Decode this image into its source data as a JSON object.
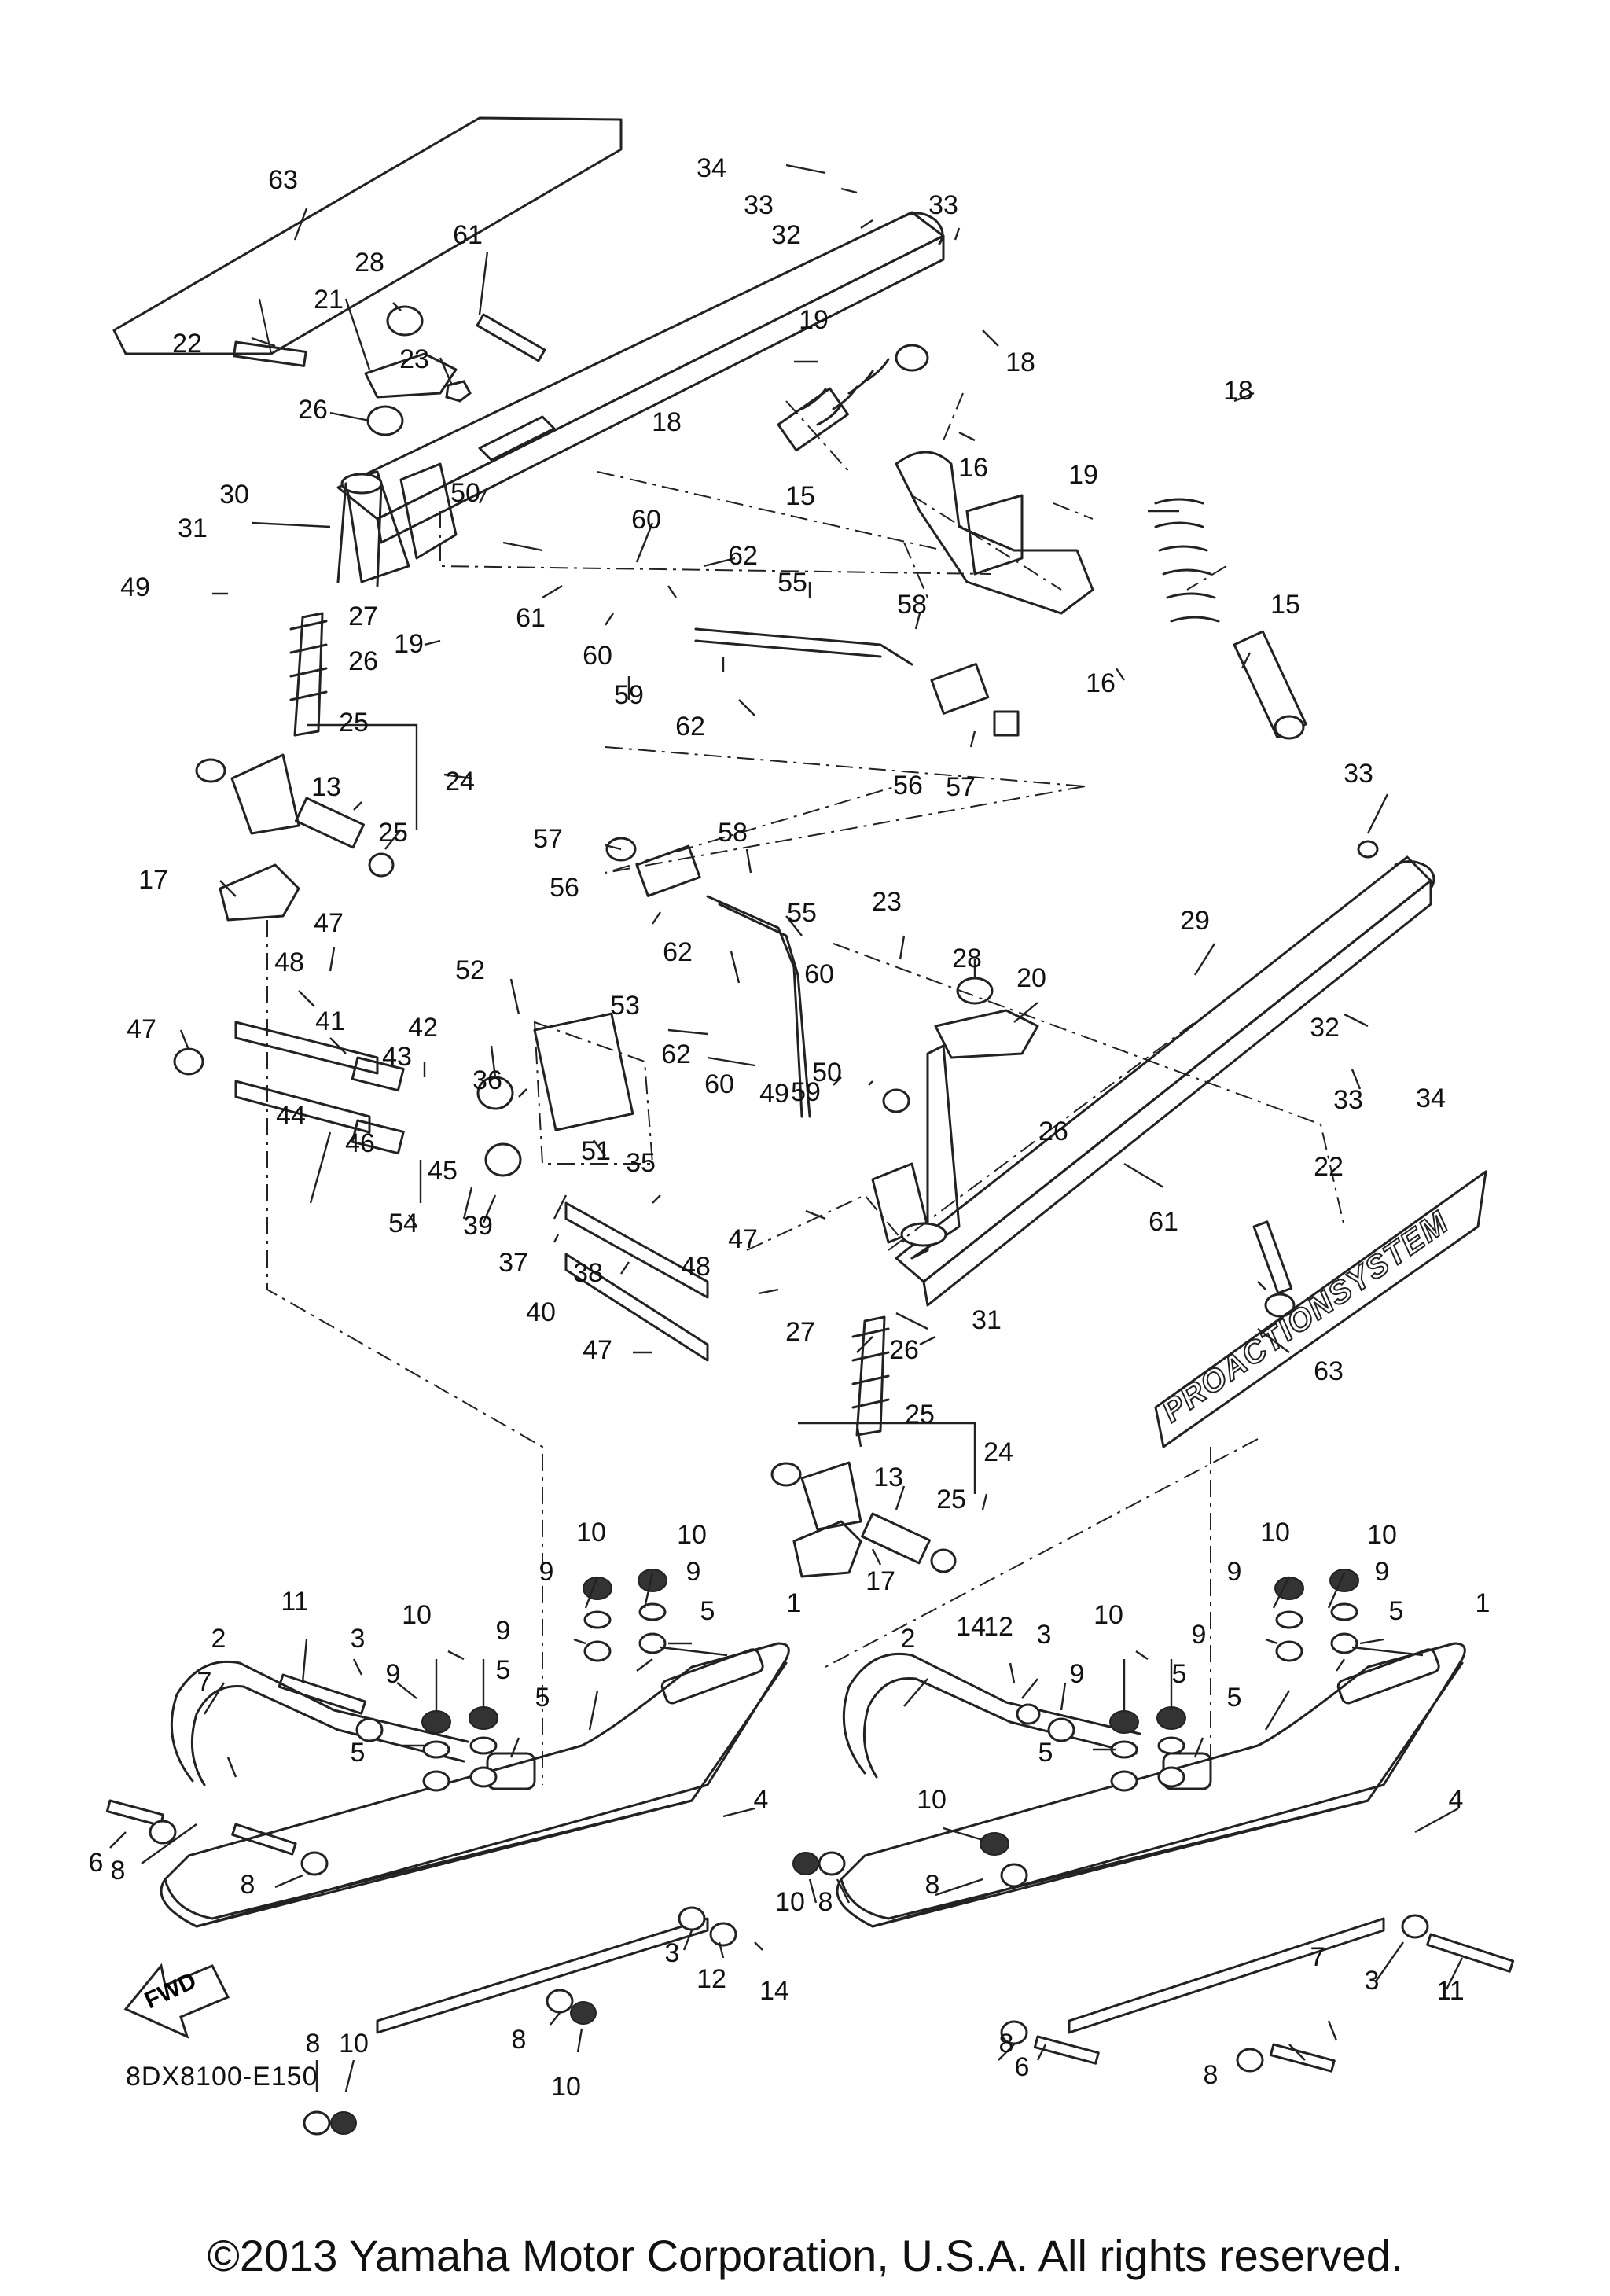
{
  "figure_code": "8DX8100-E150",
  "copyright": "©2013 Yamaha Motor Corporation, U.S.A. All rights reserved.",
  "fwd_label": "FWD",
  "decal_text": "PROACTIONSYSTEM",
  "callouts": [
    {
      "id": "c01",
      "label": "63"
    },
    {
      "id": "c02",
      "label": "34"
    },
    {
      "id": "c03",
      "label": "33"
    },
    {
      "id": "c04",
      "label": "32"
    },
    {
      "id": "c05",
      "label": "33"
    },
    {
      "id": "c06",
      "label": "61"
    },
    {
      "id": "c07",
      "label": "28"
    },
    {
      "id": "c08",
      "label": "21"
    },
    {
      "id": "c09",
      "label": "23"
    },
    {
      "id": "c10",
      "label": "22"
    },
    {
      "id": "c11",
      "label": "19"
    },
    {
      "id": "c12",
      "label": "18"
    },
    {
      "id": "c13",
      "label": "26"
    },
    {
      "id": "c14",
      "label": "18"
    },
    {
      "id": "c15",
      "label": "18"
    },
    {
      "id": "c16",
      "label": "50"
    },
    {
      "id": "c17",
      "label": "16"
    },
    {
      "id": "c18",
      "label": "30"
    },
    {
      "id": "c19",
      "label": "15"
    },
    {
      "id": "c20",
      "label": "19"
    },
    {
      "id": "c21",
      "label": "31"
    },
    {
      "id": "c22",
      "label": "60"
    },
    {
      "id": "c23",
      "label": "62"
    },
    {
      "id": "c24",
      "label": "49"
    },
    {
      "id": "c25",
      "label": "61"
    },
    {
      "id": "c26",
      "label": "27"
    },
    {
      "id": "c27",
      "label": "19"
    },
    {
      "id": "c28",
      "label": "55"
    },
    {
      "id": "c29",
      "label": "58"
    },
    {
      "id": "c30",
      "label": "15"
    },
    {
      "id": "c31",
      "label": "60"
    },
    {
      "id": "c32",
      "label": "26"
    },
    {
      "id": "c33",
      "label": "59"
    },
    {
      "id": "c34",
      "label": "62"
    },
    {
      "id": "c35",
      "label": "16"
    },
    {
      "id": "c36",
      "label": "25"
    },
    {
      "id": "c37",
      "label": "56"
    },
    {
      "id": "c38",
      "label": "57"
    },
    {
      "id": "c39",
      "label": "24"
    },
    {
      "id": "c40",
      "label": "33"
    },
    {
      "id": "c41",
      "label": "13"
    },
    {
      "id": "c42",
      "label": "25"
    },
    {
      "id": "c43",
      "label": "17"
    },
    {
      "id": "c44",
      "label": "57"
    },
    {
      "id": "c45",
      "label": "58"
    },
    {
      "id": "c46",
      "label": "56"
    },
    {
      "id": "c47",
      "label": "55"
    },
    {
      "id": "c48",
      "label": "23"
    },
    {
      "id": "c49",
      "label": "47"
    },
    {
      "id": "c50",
      "label": "29"
    },
    {
      "id": "c51",
      "label": "28"
    },
    {
      "id": "c52",
      "label": "48"
    },
    {
      "id": "c53",
      "label": "62"
    },
    {
      "id": "c54",
      "label": "20"
    },
    {
      "id": "c55",
      "label": "52"
    },
    {
      "id": "c56",
      "label": "60"
    },
    {
      "id": "c57",
      "label": "53"
    },
    {
      "id": "c58",
      "label": "47"
    },
    {
      "id": "c59",
      "label": "41"
    },
    {
      "id": "c60",
      "label": "42"
    },
    {
      "id": "c61",
      "label": "43"
    },
    {
      "id": "c62",
      "label": "62"
    },
    {
      "id": "c63",
      "label": "32"
    },
    {
      "id": "c64",
      "label": "36"
    },
    {
      "id": "c65",
      "label": "60"
    },
    {
      "id": "c66",
      "label": "59"
    },
    {
      "id": "c67",
      "label": "33"
    },
    {
      "id": "c68",
      "label": "34"
    },
    {
      "id": "c69",
      "label": "50"
    },
    {
      "id": "c70",
      "label": "44"
    },
    {
      "id": "c71",
      "label": "26"
    },
    {
      "id": "c72",
      "label": "46"
    },
    {
      "id": "c73",
      "label": "51"
    },
    {
      "id": "c74",
      "label": "49"
    },
    {
      "id": "c75",
      "label": "22"
    },
    {
      "id": "c76",
      "label": "45"
    },
    {
      "id": "c77",
      "label": "35"
    },
    {
      "id": "c78",
      "label": "61"
    },
    {
      "id": "c79",
      "label": "54"
    },
    {
      "id": "c80",
      "label": "39"
    },
    {
      "id": "c81",
      "label": "37"
    },
    {
      "id": "c82",
      "label": "47"
    },
    {
      "id": "c83",
      "label": "48"
    },
    {
      "id": "c84",
      "label": "38"
    },
    {
      "id": "c85",
      "label": "40"
    },
    {
      "id": "c86",
      "label": "31"
    },
    {
      "id": "c87",
      "label": "27"
    },
    {
      "id": "c88",
      "label": "47"
    },
    {
      "id": "c89",
      "label": "26"
    },
    {
      "id": "c90",
      "label": "63"
    },
    {
      "id": "c91",
      "label": "25"
    },
    {
      "id": "c92",
      "label": "24"
    },
    {
      "id": "c93",
      "label": "13"
    },
    {
      "id": "c94",
      "label": "25"
    },
    {
      "id": "c95",
      "label": "17"
    },
    {
      "id": "c96",
      "label": "10"
    },
    {
      "id": "c97",
      "label": "10"
    },
    {
      "id": "c98",
      "label": "10"
    },
    {
      "id": "c99",
      "label": "10"
    },
    {
      "id": "c100",
      "label": "9"
    },
    {
      "id": "c101",
      "label": "9"
    },
    {
      "id": "c102",
      "label": "9"
    },
    {
      "id": "c103",
      "label": "9"
    },
    {
      "id": "c104",
      "label": "11"
    },
    {
      "id": "c105",
      "label": "5"
    },
    {
      "id": "c106",
      "label": "5"
    },
    {
      "id": "c107",
      "label": "1"
    },
    {
      "id": "c108",
      "label": "1"
    },
    {
      "id": "c109",
      "label": "10"
    },
    {
      "id": "c110",
      "label": "10"
    },
    {
      "id": "c111",
      "label": "2"
    },
    {
      "id": "c112",
      "label": "3"
    },
    {
      "id": "c113",
      "label": "9"
    },
    {
      "id": "c114",
      "label": "9"
    },
    {
      "id": "c115",
      "label": "14"
    },
    {
      "id": "c116",
      "label": "12"
    },
    {
      "id": "c117",
      "label": "3"
    },
    {
      "id": "c118",
      "label": "9"
    },
    {
      "id": "c119",
      "label": "9"
    },
    {
      "id": "c120",
      "label": "2"
    },
    {
      "id": "c121",
      "label": "5"
    },
    {
      "id": "c122",
      "label": "5"
    },
    {
      "id": "c123",
      "label": "5"
    },
    {
      "id": "c124",
      "label": "5"
    },
    {
      "id": "c125",
      "label": "7"
    },
    {
      "id": "c126",
      "label": "5"
    },
    {
      "id": "c127",
      "label": "5"
    },
    {
      "id": "c128",
      "label": "10"
    },
    {
      "id": "c129",
      "label": "4"
    },
    {
      "id": "c130",
      "label": "4"
    },
    {
      "id": "c131",
      "label": "6"
    },
    {
      "id": "c132",
      "label": "8"
    },
    {
      "id": "c133",
      "label": "8"
    },
    {
      "id": "c134",
      "label": "10"
    },
    {
      "id": "c135",
      "label": "8"
    },
    {
      "id": "c136",
      "label": "8"
    },
    {
      "id": "c137",
      "label": "3"
    },
    {
      "id": "c138",
      "label": "3"
    },
    {
      "id": "c139",
      "label": "12"
    },
    {
      "id": "c140",
      "label": "14"
    },
    {
      "id": "c141",
      "label": "11"
    },
    {
      "id": "c142",
      "label": "7"
    },
    {
      "id": "c143",
      "label": "8"
    },
    {
      "id": "c144",
      "label": "10"
    },
    {
      "id": "c145",
      "label": "8"
    },
    {
      "id": "c146",
      "label": "6"
    },
    {
      "id": "c147",
      "label": "8"
    },
    {
      "id": "c148",
      "label": "8"
    },
    {
      "id": "c149",
      "label": "10"
    }
  ]
}
